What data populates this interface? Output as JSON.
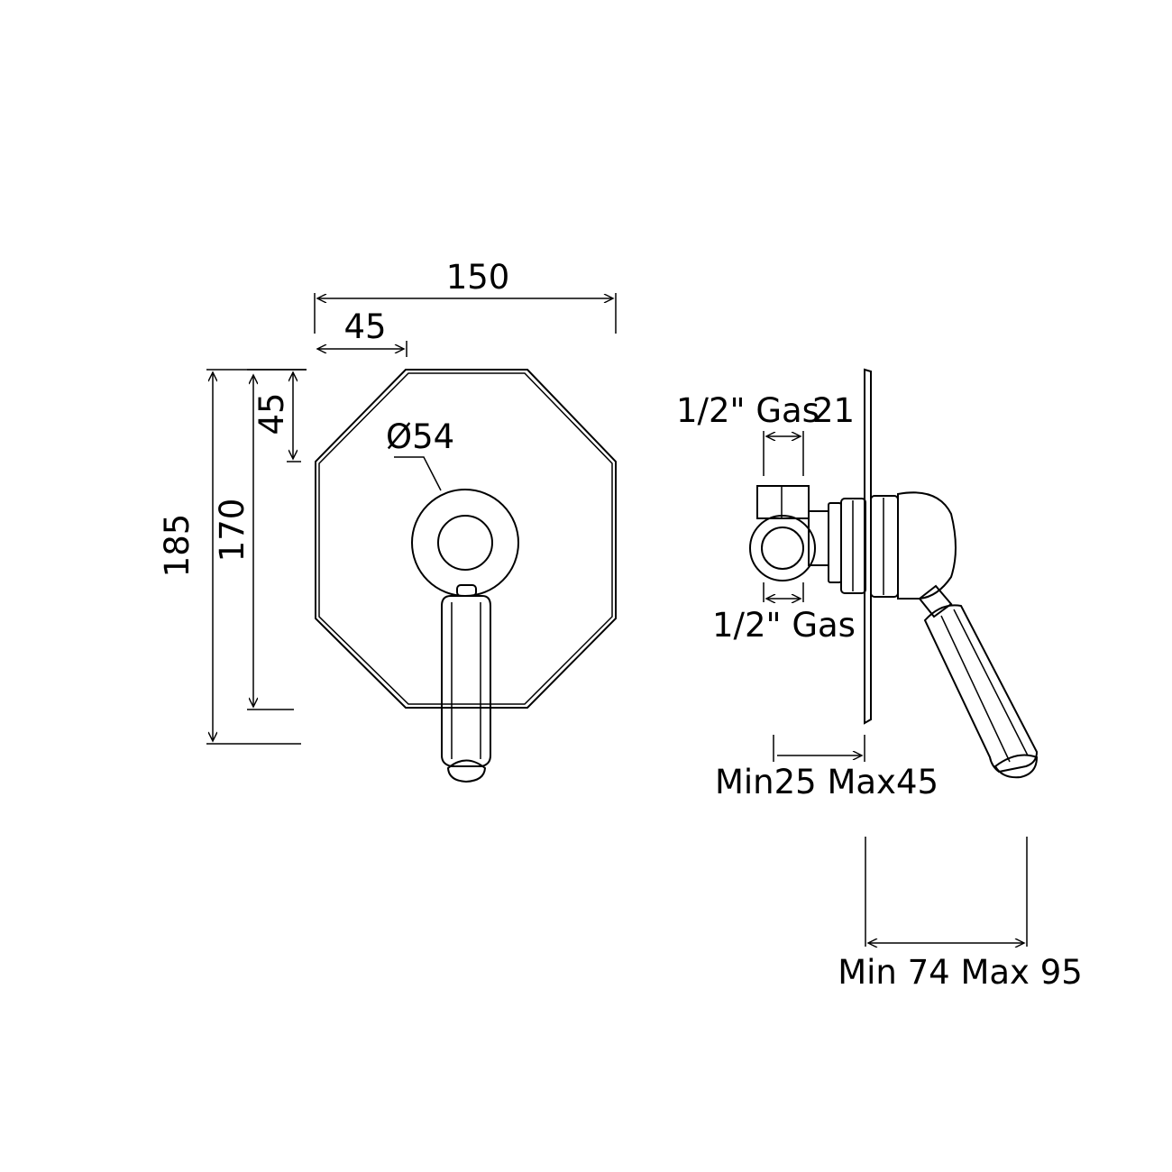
{
  "front_view": {
    "width_label": "150",
    "offset_x_label": "45",
    "offset_y_label": "45",
    "height_outer_label": "185",
    "height_inner_label": "170",
    "diameter_label": "Ø54"
  },
  "side_view": {
    "gas_top_label": "1/2\" Gas",
    "gas_top_size_label": "21",
    "gas_bottom_label": "1/2\" Gas",
    "wall_depth_label": "Min25 Max45",
    "projection_label": "Min 74 Max 95"
  }
}
